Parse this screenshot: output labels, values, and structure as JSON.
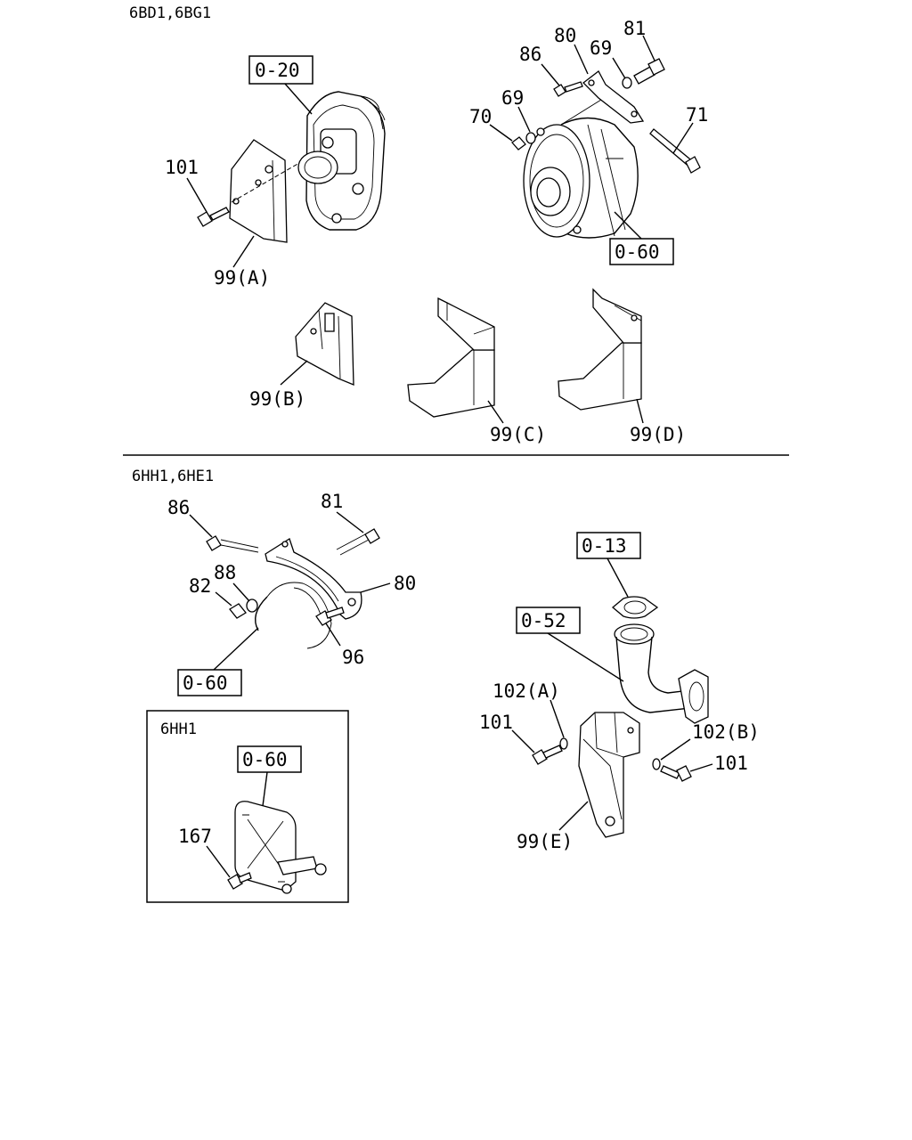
{
  "sections": {
    "top_title": "6BD1,6BG1",
    "bottom_title": "6HH1,6HE1",
    "inset_title": "6HH1"
  },
  "refs": {
    "r020": "0-20",
    "r060_top": "0-60",
    "r060_bottom": "0-60",
    "r060_inset": "0-60",
    "r013": "0-13",
    "r052": "0-52"
  },
  "labels": {
    "t101": "101",
    "t99a": "99(A)",
    "t86": "86",
    "t80": "80",
    "t69a": "69",
    "t81": "81",
    "t70": "70",
    "t69b": "69",
    "t71": "71",
    "t99b": "99(B)",
    "t99c": "99(C)",
    "t99d": "99(D)",
    "b86": "86",
    "b81": "81",
    "b88": "88",
    "b82": "82",
    "b80": "80",
    "b96": "96",
    "b167": "167",
    "b102a": "102(A)",
    "b101a": "101",
    "b102b": "102(B)",
    "b101b": "101",
    "b99e": "99(E)"
  }
}
